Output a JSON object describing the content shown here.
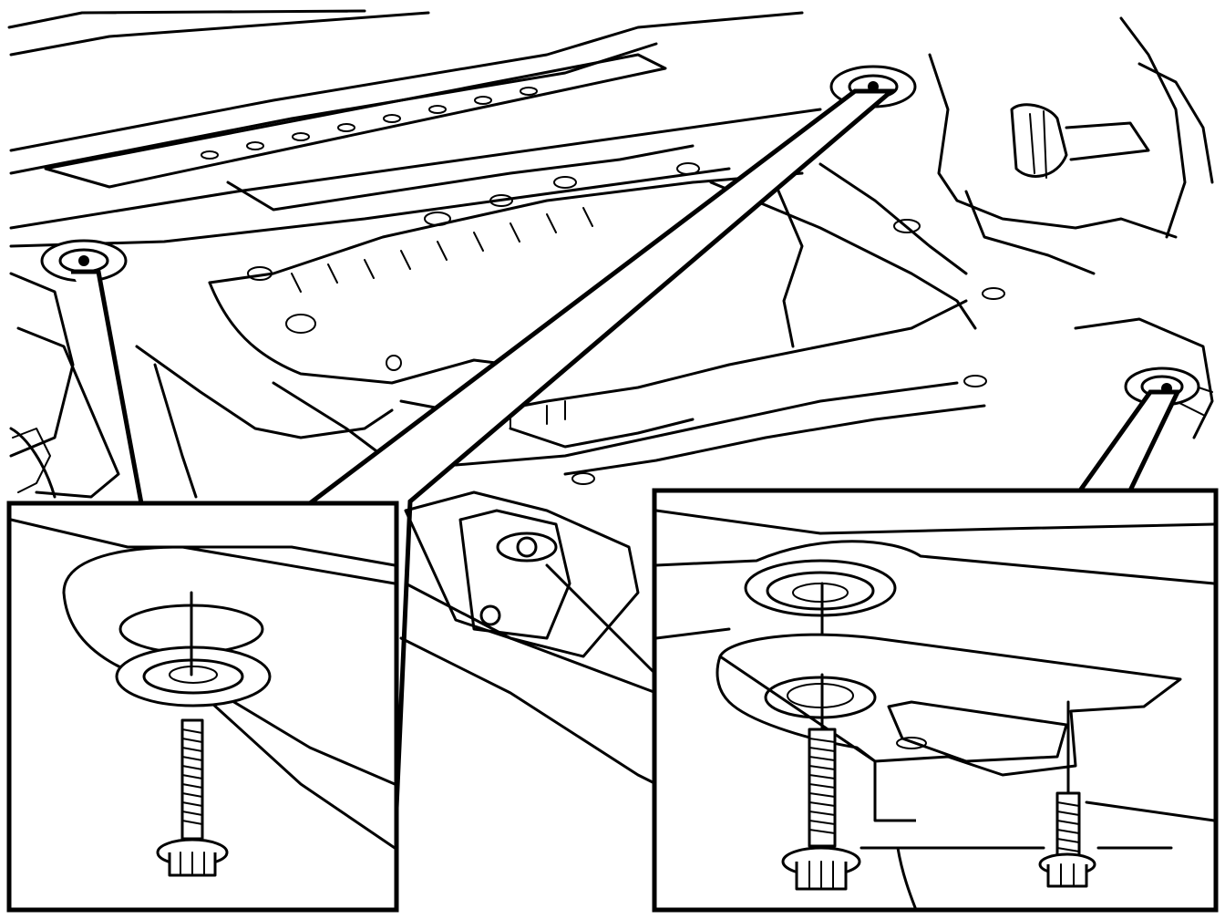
{
  "illustration": {
    "corner_code": "",
    "colors": {
      "line": "#000000",
      "background": "#ffffff"
    },
    "elements": [
      "crossmember-overview",
      "left-mount-bolt",
      "center-mount-bolt",
      "right-mount-bolt",
      "left-detail-callout",
      "right-detail-callout"
    ]
  }
}
